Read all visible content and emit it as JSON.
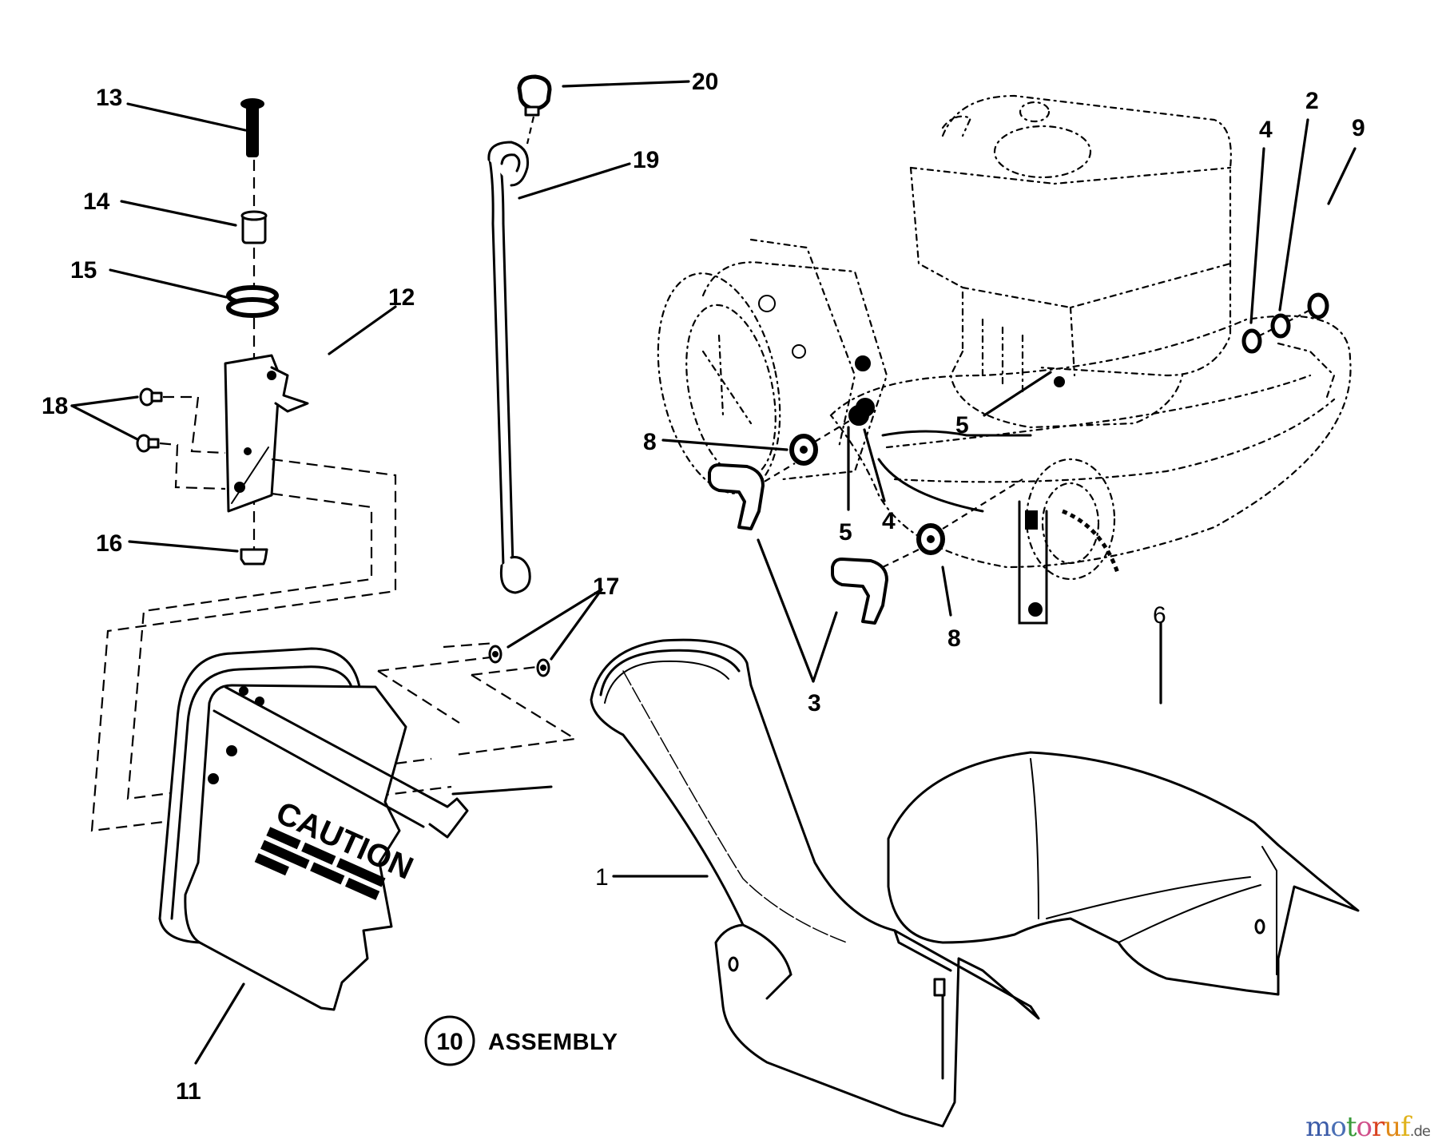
{
  "diagram": {
    "title": "Exploded parts diagram - lawn mower discharge chute / grass bag assembly",
    "callouts": {
      "c1": "1",
      "c2": "2",
      "c3": "3",
      "c4a": "4",
      "c4b": "4",
      "c5a": "5",
      "c5b": "5",
      "c6": "6",
      "c8a": "8",
      "c8b": "8",
      "c9": "9",
      "c11": "11",
      "c12": "12",
      "c13": "13",
      "c14": "14",
      "c15": "15",
      "c16": "16",
      "c17": "17",
      "c18": "18",
      "c19": "19",
      "c20": "20"
    },
    "assembly": {
      "number": "10",
      "label": "ASSEMBLY"
    },
    "caution_label": {
      "heading": "CAUTION"
    }
  },
  "watermark": {
    "letters": [
      {
        "char": "m",
        "color": "#3b5ba8"
      },
      {
        "char": "o",
        "color": "#4a6fb5"
      },
      {
        "char": "t",
        "color": "#3a9a3a"
      },
      {
        "char": "o",
        "color": "#d04f8a"
      },
      {
        "char": "r",
        "color": "#d9421f"
      },
      {
        "char": "u",
        "color": "#e08a1a"
      },
      {
        "char": "f",
        "color": "#e0b21a"
      }
    ],
    "suffix": ".de"
  }
}
